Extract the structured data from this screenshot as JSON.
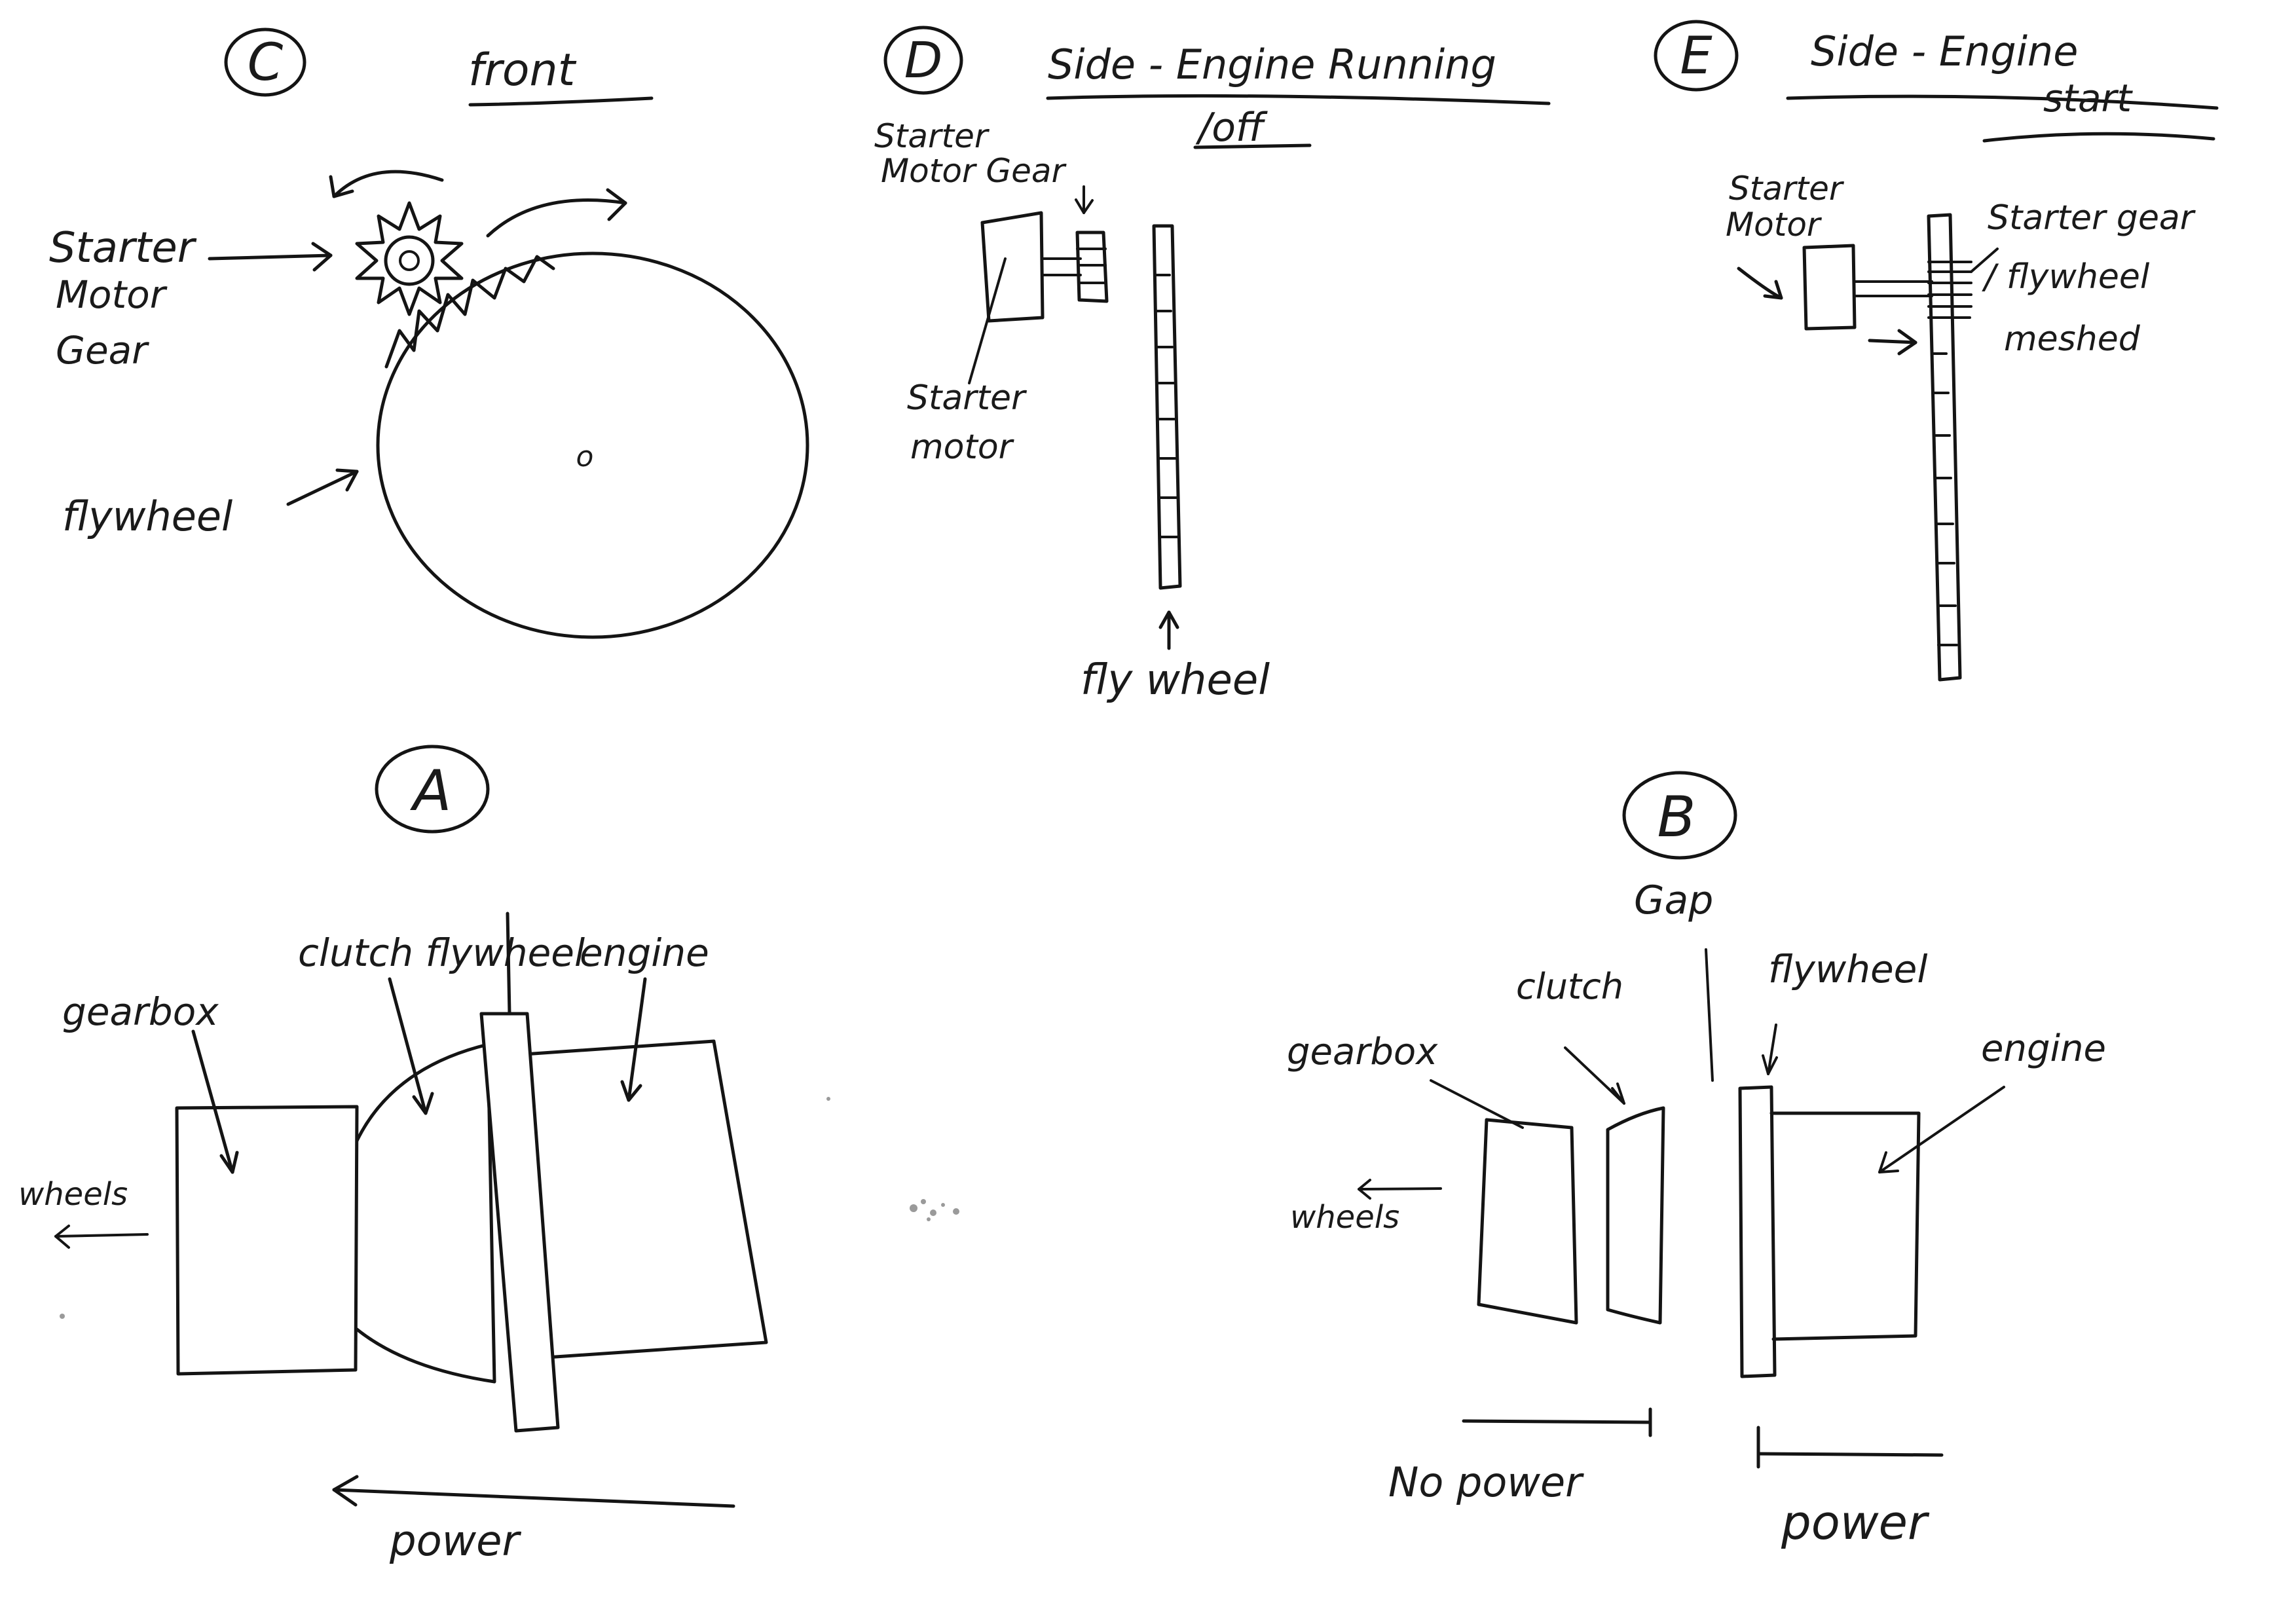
{
  "panels": {
    "c": {
      "marker": "C",
      "title": "front",
      "starter_line1": "Starter",
      "starter_line2": "Motor",
      "starter_line3": "Gear",
      "flywheel": "flywheel",
      "center": "o"
    },
    "d": {
      "marker": "D",
      "title": "Side - Engine Running",
      "subtitle": "/off",
      "gear_line1": "Starter",
      "gear_line2": "Motor Gear",
      "motor_line1": "Starter",
      "motor_line2": "motor",
      "flywheel": "fly wheel"
    },
    "e": {
      "marker": "E",
      "title_line1": "Side - Engine",
      "title_line2": "start",
      "motor_line1": "Starter",
      "motor_line2": "Motor",
      "mesh_line1": "Starter gear",
      "mesh_line2": "/ flywheel",
      "mesh_line3": "meshed"
    },
    "a": {
      "marker": "A",
      "gearbox": "gearbox",
      "clutch_flywheel": "clutch flywheel",
      "engine": "engine",
      "wheels": "wheels",
      "power": "power"
    },
    "b": {
      "marker": "B",
      "gap": "Gap",
      "clutch": "clutch",
      "flywheel": "flywheel",
      "gearbox": "gearbox",
      "engine": "engine",
      "wheels": "wheels",
      "no_power": "No power",
      "power": "power"
    }
  }
}
